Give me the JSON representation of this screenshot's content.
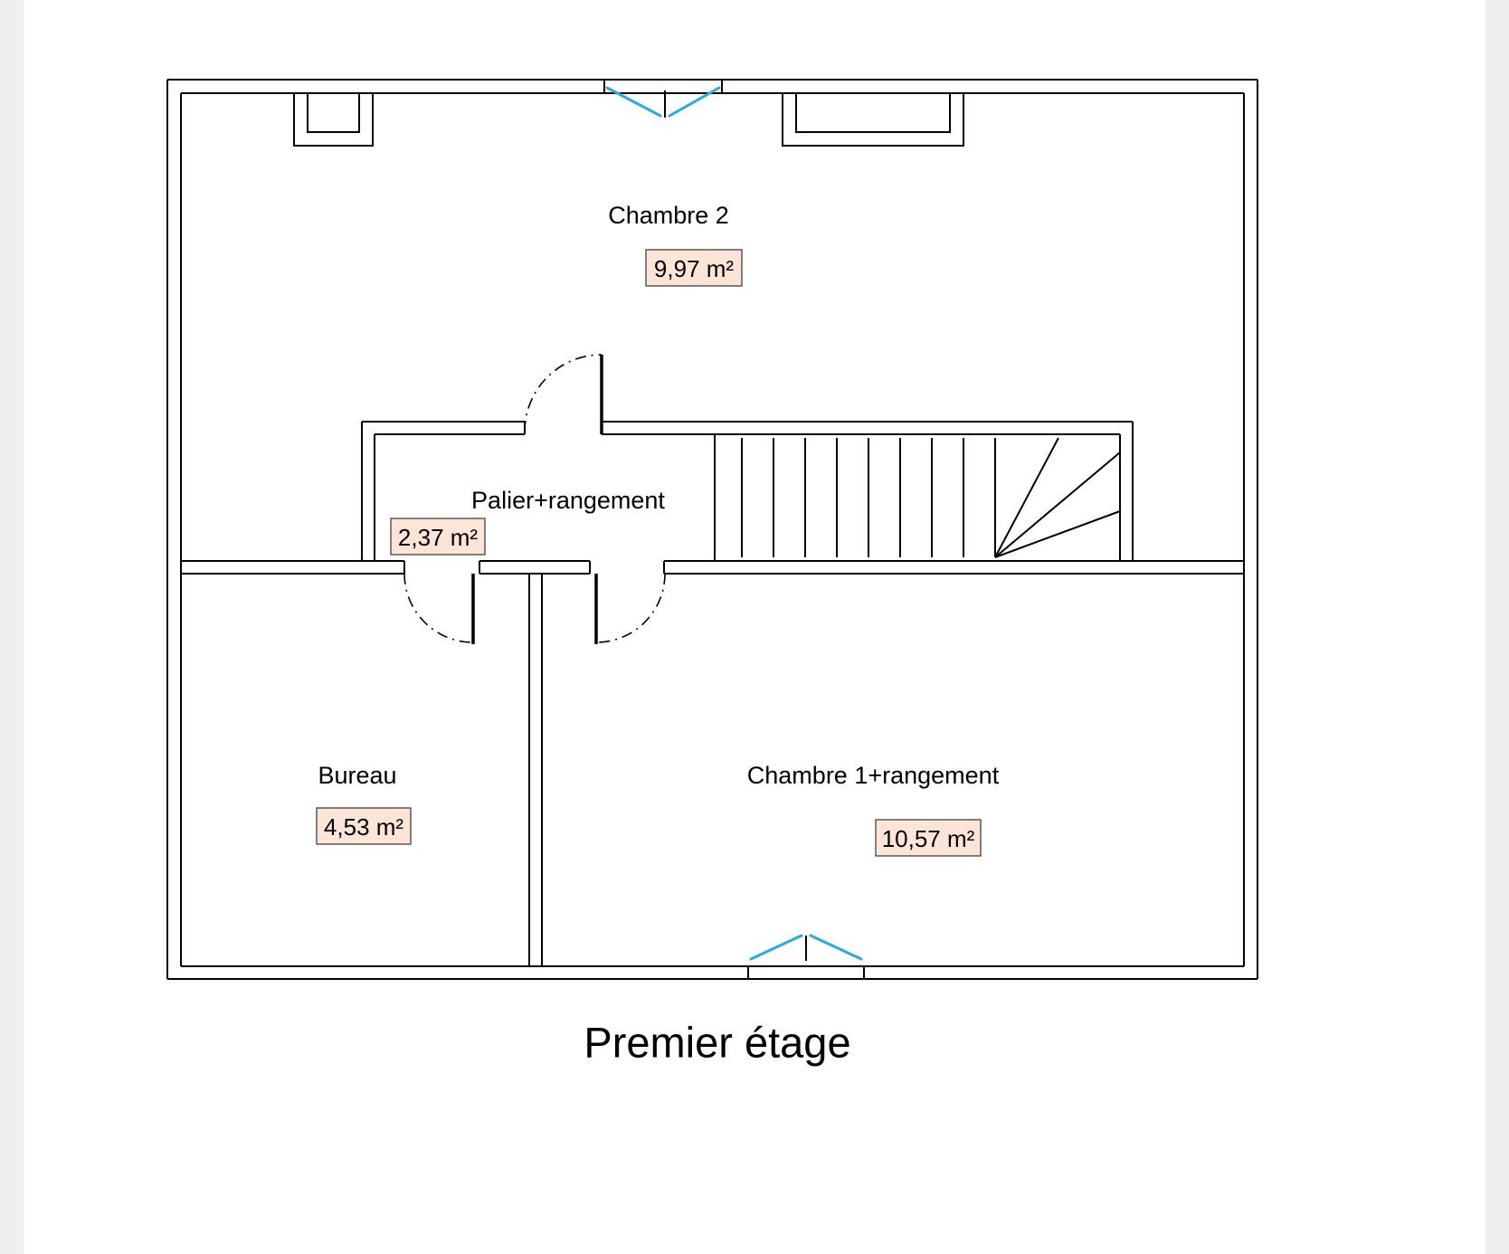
{
  "page": {
    "title": "Premier étage"
  },
  "colors": {
    "wall": "#000000",
    "window_blue": "#29abe2",
    "area_badge_fill": "#fce4d6",
    "area_badge_border": "#595959",
    "page_margin": "#efeff1"
  },
  "rooms": [
    {
      "name": "Chambre 2",
      "area": "9,97 m²"
    },
    {
      "name": "Palier+rangement",
      "area": "2,37 m²"
    },
    {
      "name": "Bureau",
      "area": "4,53 m²"
    },
    {
      "name": "Chambre 1+rangement",
      "area": "10,57 m²"
    }
  ]
}
